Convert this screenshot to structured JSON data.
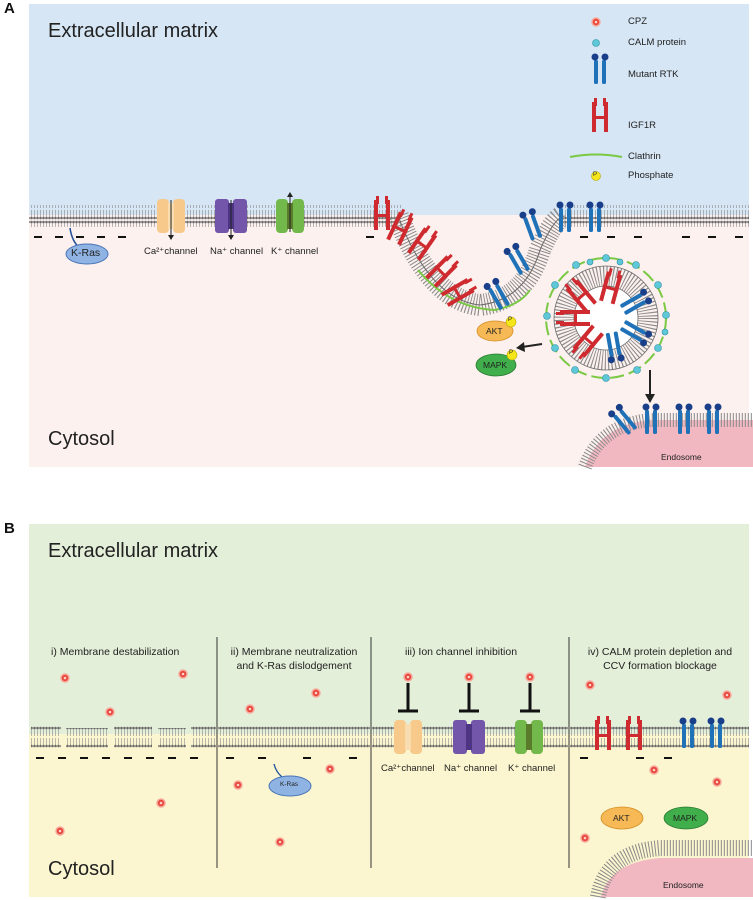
{
  "panelA": {
    "letter": "A",
    "extracellular": "Extracellular matrix",
    "cytosol": "Cytosol",
    "kras": "K-Ras",
    "channels": [
      "Ca²⁺channel",
      "Na⁺ channel",
      "K⁺ channel"
    ],
    "akt": "AKT",
    "mapk": "MAPK",
    "phosphate_symbol": "P",
    "endosome": "Endosome",
    "legend": {
      "cpz": "CPZ",
      "calm": "CALM protein",
      "mutant_rtk": "Mutant RTK",
      "igf1r": "IGF1R",
      "clathrin": "Clathrin",
      "phosphate": "Phosphate"
    }
  },
  "panelB": {
    "letter": "B",
    "extracellular": "Extracellular matrix",
    "cytosol": "Cytosol",
    "section1": "i) Membrane destabilization",
    "section2_line1": "ii) Membrane neutralization",
    "section2_line2": "and K-Ras dislodgement",
    "section3": "iii) Ion channel inhibition",
    "section4_line1": "iv) CALM protein depletion and",
    "section4_line2": "CCV formation blockage",
    "kras": "K-Ras",
    "channels": [
      "Ca²⁺channel",
      "Na⁺ channel",
      "K⁺ channel"
    ],
    "akt": "AKT",
    "mapk": "MAPK",
    "endosome": "Endosome"
  },
  "colors": {
    "extracellular_a": "#d6e6f5",
    "cytosol_a": "#fcf1ee",
    "extracellular_b": "#e4efd9",
    "cytosol_b": "#fbf6cf",
    "cpz": "#e8473b",
    "calm": "#5ec8d8",
    "rtk": "#1f72b8",
    "igf1r": "#cf2a2f",
    "clathrin": "#7ac943",
    "phosphate": "#f5e51b",
    "ca_channel": "#f7c98a",
    "na_channel": "#7355a9",
    "k_channel": "#73b84a",
    "akt": "#f7b955",
    "mapk": "#3fae4b",
    "kras": "#8fb3e2",
    "endosome": "#f2b8c2"
  }
}
